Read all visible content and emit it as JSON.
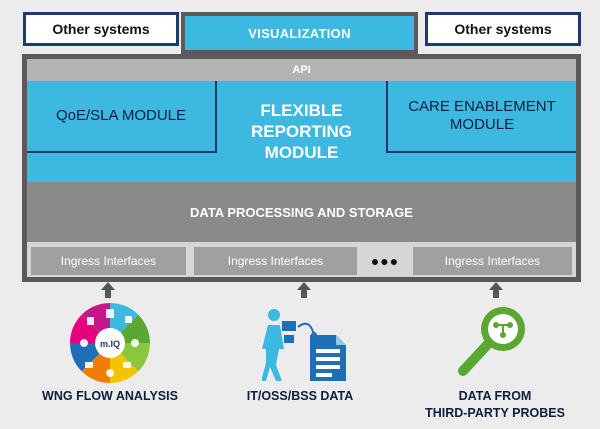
{
  "top": {
    "other_left": "Other systems",
    "visualization": "VISUALIZATION",
    "other_right": "Other systems"
  },
  "platform": {
    "api": "API",
    "qoe_module": "QoE/SLA MODULE",
    "flexible_module": [
      "FLEXIBLE",
      "REPORTING",
      "MODULE"
    ],
    "care_module": [
      "CARE ENABLEMENT",
      "MODULE"
    ],
    "data_processing": "DATA PROCESSING AND STORAGE",
    "ingress": [
      "Ingress Interfaces",
      "Ingress Interfaces",
      "Ingress Interfaces"
    ],
    "ellipsis": "●●●"
  },
  "sources": {
    "wng": {
      "label": "WNG FLOW ANALYSIS",
      "logo_text": "m.IQ"
    },
    "it": {
      "label": "IT/OSS/BSS DATA"
    },
    "probes": {
      "label": [
        "DATA FROM",
        "THIRD-PARTY PROBES"
      ]
    }
  },
  "colors": {
    "accent_blue": "#3db8e0",
    "navy": "#1d3a6a",
    "probe_green": "#5aa832"
  },
  "icons": [
    "wheel-icon",
    "document-person-icon",
    "magnifier-icon"
  ]
}
